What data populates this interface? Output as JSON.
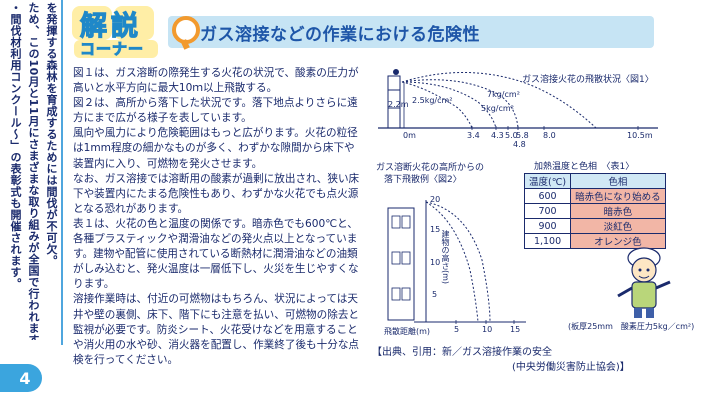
{
  "sidebar": {
    "lines": [
      "を発揮する森林を育成するためには間伐が不可欠。",
      "ため、この10月と11月にさまざまな取り組みが全国で行われます。",
      "・間伐材利用コンクール～」の表彰式も開催されます。"
    ]
  },
  "page_number": "4",
  "header": {
    "badge_top": "解説",
    "badge_bottom": "コーナー",
    "title": "ガス溶接などの作業における危険性"
  },
  "body": {
    "paragraphs": [
      "図１は、ガス溶断の際発生する火花の状況で、酸素の圧力が高いと水平方向に最大10ｍ以上飛散する。",
      "図２は、高所から落下した状況です。落下地点よりさらに遠方にまで広がる様子を表しています。",
      "風向や風力により危険範囲はもっと広がります。火花の粒径は1mm程度の細かなものが多く、わずかな隙間から床下や装置内に入り、可燃物を発火させます。",
      "なお、ガス溶接では溶断用の酸素が過剰に放出され、狭い床下や装置内にたまる危険性もあり、わずかな火花でも点火源となる恐れがあります。",
      "表１は、火花の色と温度の関係です。暗赤色でも600℃と、各種プラスティックや潤滑油などの発火点以上となっています。建物や配管に使用されている断熱材に潤滑油などの油類がしみ込むと、発火温度は一層低下し、火災を生じやすくなります。",
      "溶接作業時は、付近の可燃物はもちろん、状況によっては天井や壁の裏側、床下、階下にも注意を払い、可燃物の除去と監視が必要です。防炎シート、火花受けなどを用意することや消火用の水や砂、消火器を配置し、作業終了後も十分な点検を行ってください。"
    ]
  },
  "figure1": {
    "caption": "ガス溶接火花の飛散状況〈図1〉",
    "pressure_labels": [
      "7kg/cm²",
      "2.5kg/cm²",
      "5kg/cm²"
    ],
    "height_label": "2.2m",
    "x_labels": [
      "0m",
      "3.4",
      "4.3",
      "5.0",
      "5.8",
      "4.8",
      "8.0",
      "10.5m"
    ]
  },
  "figure2": {
    "caption_line1": "ガス溶断火花の高所からの",
    "caption_line2": "落下飛散例〈図2〉",
    "y_labels": [
      "20",
      "15",
      "10",
      "5"
    ],
    "y_axis_title": "建物の高さ(m)",
    "x_labels": [
      "5",
      "10",
      "15"
    ],
    "x_axis_title": "飛散距離(m)",
    "note": "(板厚25mm　酸素圧力5kg／cm²)"
  },
  "table1": {
    "caption": "加熱温度と色相　〈表1〉",
    "headers": [
      "温度(℃)",
      "色相"
    ],
    "rows": [
      {
        "temp": "600",
        "color": "暗赤色になり始める"
      },
      {
        "temp": "700",
        "color": "暗赤色"
      },
      {
        "temp": "900",
        "color": "淡紅色"
      },
      {
        "temp": "1,100",
        "color": "オレンジ色"
      }
    ]
  },
  "source": {
    "line1": "【出典、引用：新／ガス溶接作業の安全",
    "line2": "(中央労働災害防止協会)】"
  },
  "colors": {
    "accent_blue": "#3ba5de",
    "header_bar": "#c6e4f4",
    "text": "#1a2a6c",
    "table_cell": "#f2b6a6"
  }
}
